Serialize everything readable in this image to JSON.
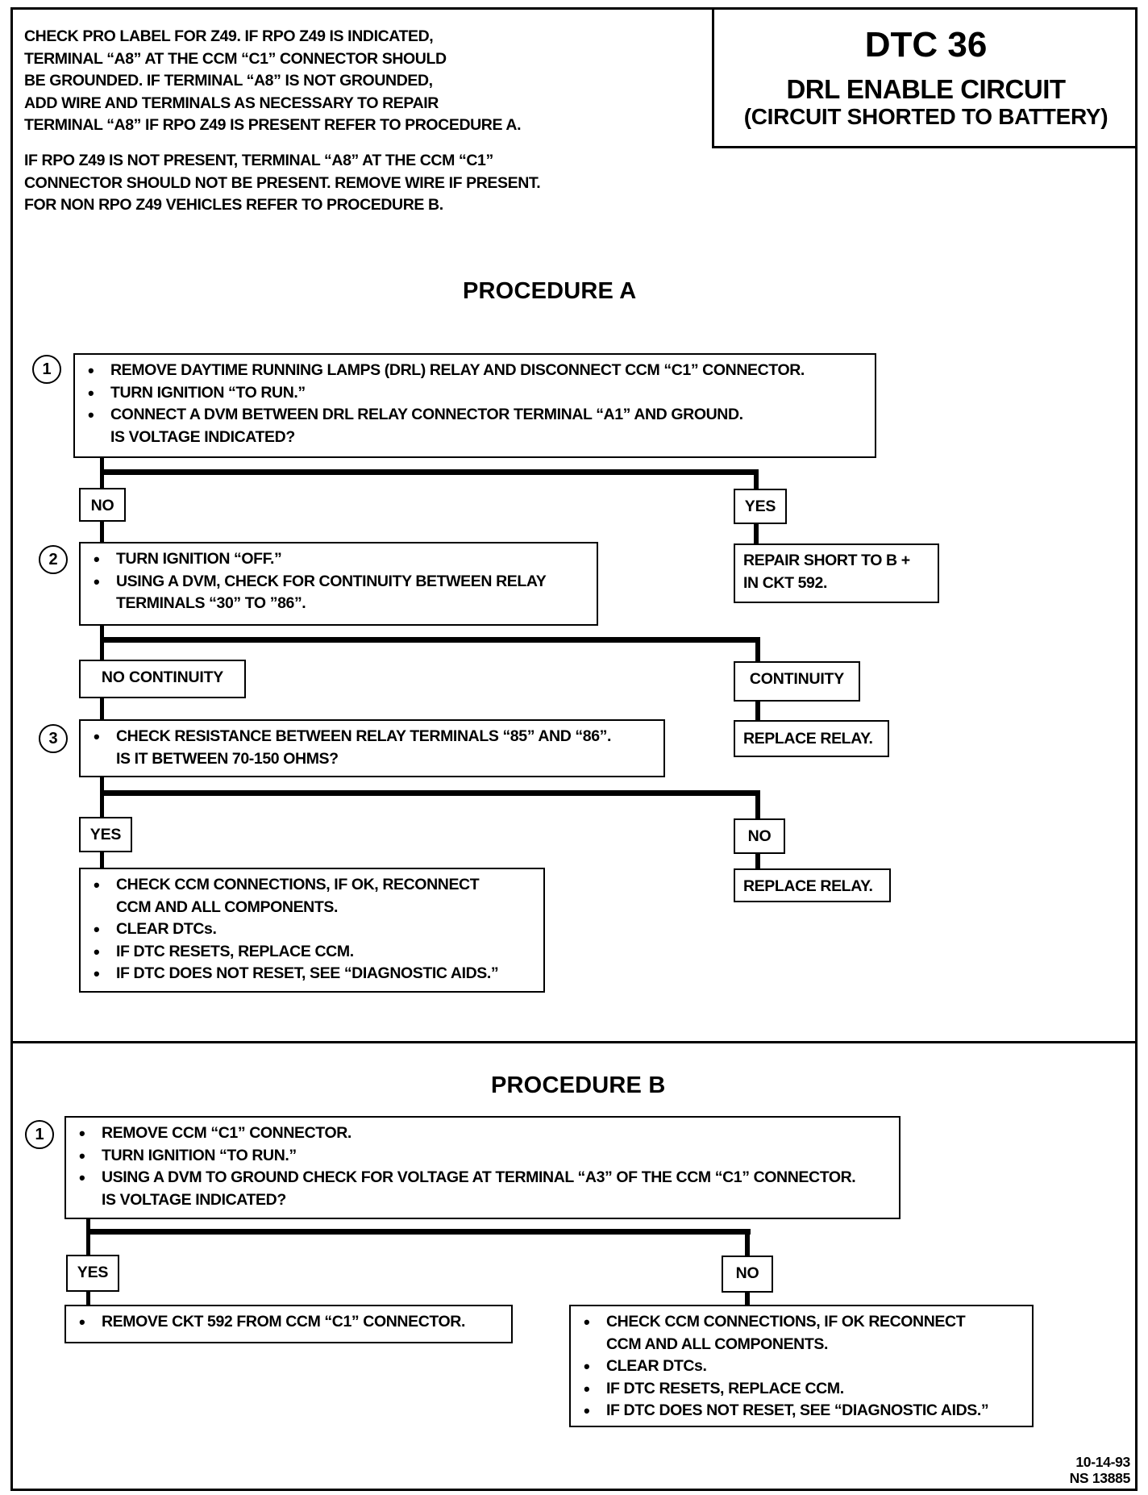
{
  "intro": {
    "para1": [
      "CHECK PRO LABEL FOR Z49.  IF RPO Z49 IS INDICATED,",
      "TERMINAL “A8” AT THE CCM “C1” CONNECTOR SHOULD",
      "BE GROUNDED.  IF TERMINAL “A8” IS NOT GROUNDED,",
      "ADD WIRE AND TERMINALS AS NECESSARY TO REPAIR",
      "TERMINAL “A8”  IF RPO Z49 IS PRESENT REFER TO PROCEDURE A."
    ],
    "para2": [
      "IF RPO Z49 IS NOT PRESENT, TERMINAL “A8” AT THE CCM “C1”",
      "CONNECTOR SHOULD NOT BE PRESENT.  REMOVE WIRE IF PRESENT.",
      "FOR NON RPO  Z49 VEHICLES REFER TO PROCEDURE B."
    ]
  },
  "title": {
    "dtc": "DTC 36",
    "line1": "DRL ENABLE CIRCUIT",
    "line2": "(CIRCUIT SHORTED TO BATTERY)"
  },
  "procedure_a": {
    "heading": "PROCEDURE A",
    "step1": {
      "number": "1",
      "bullets": [
        "REMOVE DAYTIME RUNNING LAMPS (DRL) RELAY AND DISCONNECT CCM “C1” CONNECTOR.",
        "TURN IGNITION “TO RUN.”",
        "CONNECT A DVM BETWEEN DRL RELAY CONNECTOR TERMINAL “A1” AND GROUND."
      ],
      "question": "IS VOLTAGE INDICATED?"
    },
    "step1_no": "NO",
    "step1_yes": "YES",
    "step1_yes_result": [
      "REPAIR SHORT TO B +",
      "IN CKT 592."
    ],
    "step2": {
      "number": "2",
      "bullets": [
        "TURN IGNITION “OFF.”",
        "USING A DVM, CHECK FOR CONTINUITY BETWEEN RELAY"
      ],
      "continuation": "TERMINALS “30” TO ”86”."
    },
    "step2_no": "NO CONTINUITY",
    "step2_yes": "CONTINUITY",
    "step2_yes_result": "REPLACE RELAY.",
    "step3": {
      "number": "3",
      "bullets": [
        "CHECK RESISTANCE BETWEEN RELAY TERMINALS “85” AND “86”."
      ],
      "question": "IS IT BETWEEN 70-150 OHMS?"
    },
    "step3_yes": "YES",
    "step3_no": "NO",
    "step3_no_result": "REPLACE RELAY.",
    "step3_yes_result": {
      "b1": "CHECK CCM CONNECTIONS, IF OK, RECONNECT",
      "b1_cont": "CCM AND ALL COMPONENTS.",
      "b2": "CLEAR DTCs.",
      "b3": "IF DTC RESETS, REPLACE CCM.",
      "b4": "IF DTC DOES NOT RESET, SEE “DIAGNOSTIC AIDS.”"
    }
  },
  "procedure_b": {
    "heading": "PROCEDURE B",
    "step1": {
      "number": "1",
      "bullets": [
        "REMOVE CCM “C1” CONNECTOR.",
        "TURN IGNITION “TO RUN.”",
        "USING A DVM TO GROUND CHECK FOR VOLTAGE AT TERMINAL “A3” OF THE CCM “C1” CONNECTOR."
      ],
      "question": "IS VOLTAGE INDICATED?"
    },
    "yes": "YES",
    "no": "NO",
    "yes_result": "REMOVE CKT 592 FROM CCM “C1” CONNECTOR.",
    "no_result": {
      "b1": "CHECK CCM CONNECTIONS, IF OK RECONNECT",
      "b1_cont": "CCM AND ALL COMPONENTS.",
      "b2": "CLEAR DTCs.",
      "b3": "IF DTC RESETS, REPLACE CCM.",
      "b4": "IF DTC DOES NOT RESET, SEE “DIAGNOSTIC AIDS.”"
    }
  },
  "footer": {
    "date": "10-14-93",
    "code": "NS 13885"
  }
}
